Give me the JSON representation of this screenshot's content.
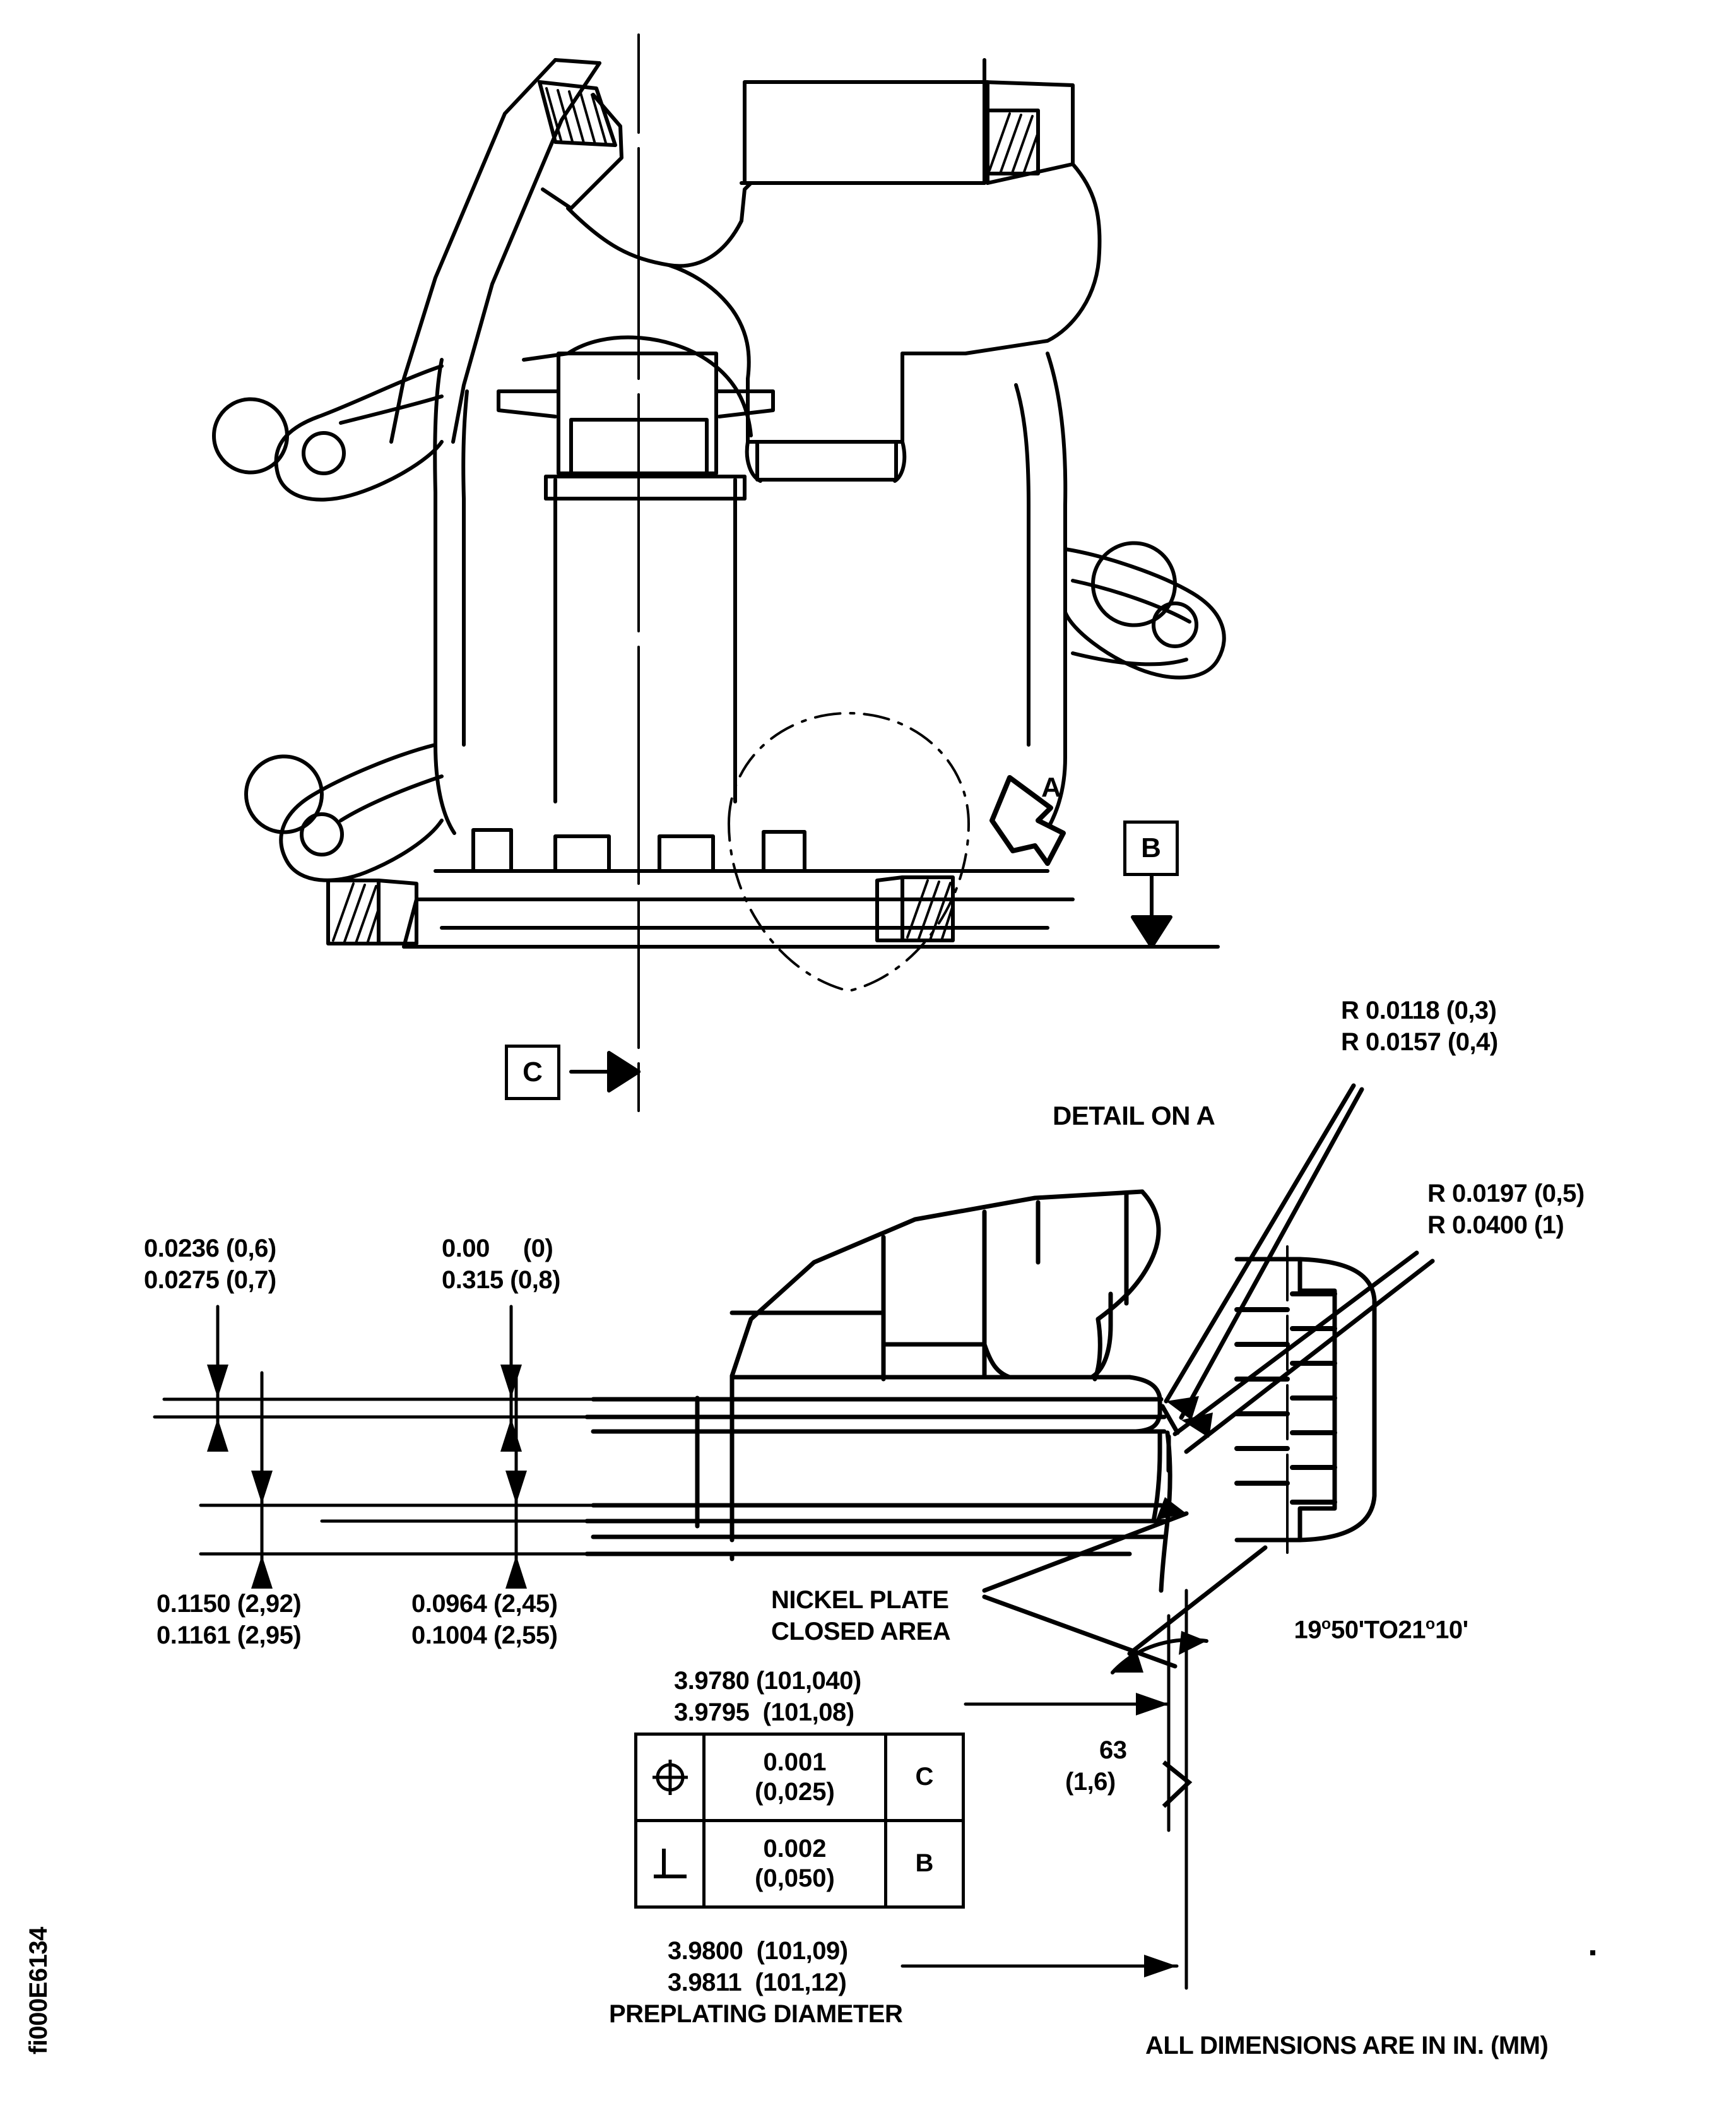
{
  "sheet": {
    "figure_id": "fi000E6134",
    "footer_note": "ALL DIMENSIONS ARE IN IN. (MM)"
  },
  "main_view": {
    "datum_a": {
      "label": "A",
      "icon": "view-direction-arrow-icon"
    },
    "datum_b": {
      "label": "B"
    },
    "datum_c": {
      "label": "C"
    }
  },
  "detail_view": {
    "title": "DETAIL ON A",
    "nickel_plate_note_line1": "NICKEL PLATE",
    "nickel_plate_note_line2": "CLOSED AREA",
    "angle_callout": {
      "value1": "19",
      "deg1": "o",
      "min1": "50'",
      "to": "TO",
      "value2": "21",
      "deg2": "o",
      "min2": "10'"
    },
    "surface_finish": {
      "value_in": "63",
      "value_mm": "(1,6)"
    }
  },
  "radii": {
    "upper": [
      "R 0.0118 (0,3)",
      "R 0.0157 (0,4)"
    ],
    "lower": [
      "R 0.0197 (0,5)",
      "R 0.0400 (1)"
    ]
  },
  "dimensions": {
    "top_left": [
      "0.0236 (0,6)",
      "0.0275 (0,7)"
    ],
    "top_mid": [
      "0.00     (0)",
      "0.315 (0,8)"
    ],
    "bottom_left": [
      "0.1150 (2,92)",
      "0.1161 (2,95)"
    ],
    "bottom_mid": [
      "0.0964 (2,45)",
      "0.1004 (2,55)"
    ],
    "diameter_upper": [
      "3.9780 (101,040)",
      "3.9795  (101,08)"
    ],
    "preplating": {
      "line1": "3.9800  (101,09)",
      "line2": "3.9811  (101,12)",
      "label": "PREPLATING DIAMETER"
    }
  },
  "gdt": {
    "rows": [
      {
        "symbol": "position-symbol",
        "tolerance_line1": "0.001",
        "tolerance_line2": "(0,025)",
        "datum": "C"
      },
      {
        "symbol": "perpendicularity-symbol",
        "tolerance_line1": "0.002",
        "tolerance_line2": "(0,050)",
        "datum": "B"
      }
    ]
  }
}
